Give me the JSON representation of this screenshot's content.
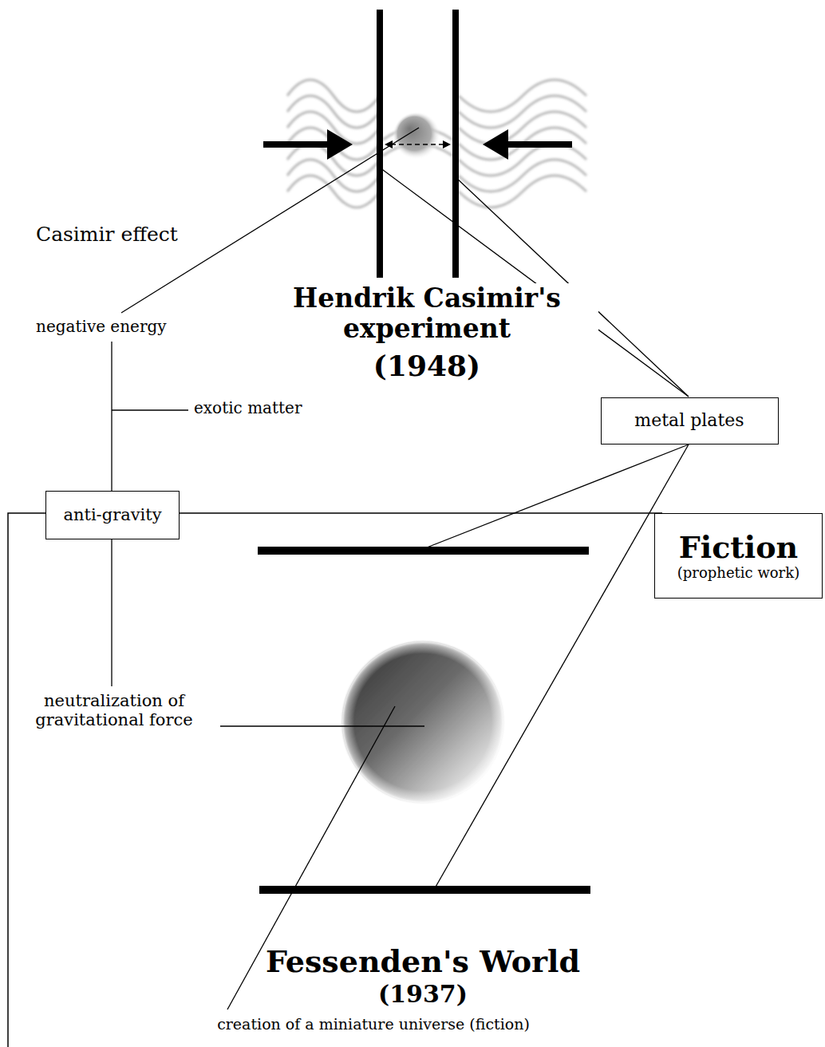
{
  "diagram": {
    "nodes": [
      {
        "text": [
          "anti-gravity"
        ]
      },
      {
        "text": [
          "metal plates"
        ]
      },
      {
        "text": [
          "Fiction",
          "(prophetic work)"
        ]
      }
    ],
    "labels": [
      "Casimir effect",
      "Hendrik Casimir's experiment",
      "(1948)",
      "negative energy",
      "exotic matter",
      "neutralization of gravitational force",
      "Fessenden's World",
      "(1937)",
      "creation of a miniature universe (fiction)"
    ]
  }
}
